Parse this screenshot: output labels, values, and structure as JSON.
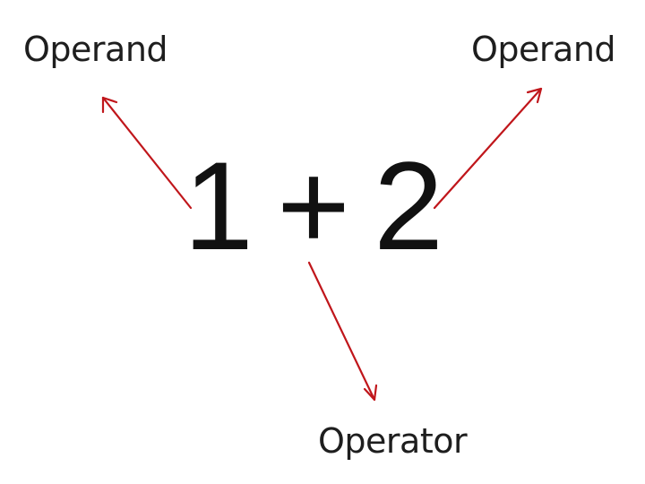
{
  "labels": {
    "left_operand": "Operand",
    "right_operand": "Operand",
    "operator": "Operator"
  },
  "expression": {
    "left": "1",
    "operator": "+",
    "right": "2"
  },
  "colors": {
    "arrow": "#c0161b",
    "text": "#111111",
    "background": "#ffffff"
  }
}
